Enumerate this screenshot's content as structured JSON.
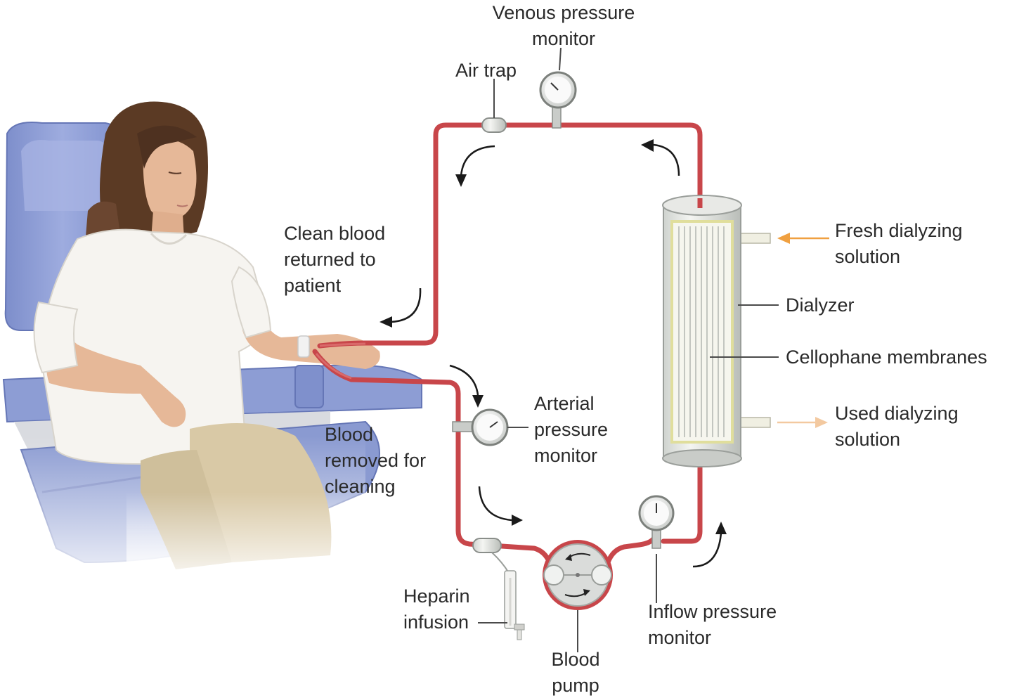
{
  "colors": {
    "tube": "#c8464a",
    "chair": "#8f9fd6",
    "chair_shadow": "#6f7fbd",
    "fresh_arrow": "#f0a040",
    "used_arrow": "#f3c9a0",
    "skin": "#e6b898",
    "hair": "#5b3a24",
    "shirt": "#f6f4f0",
    "pants": "#d9c9a6"
  },
  "icons": [
    "pressure-gauge-icon",
    "air-trap-icon",
    "syringe-icon",
    "blood-pump-icon",
    "flow-arrow-icon"
  ],
  "labels": {
    "venous": [
      "Venous pressure",
      "monitor"
    ],
    "air_trap": "Air trap",
    "clean_blood": [
      "Clean blood",
      "returned to",
      "patient"
    ],
    "fresh": [
      "Fresh dialyzing",
      "solution"
    ],
    "dialyzer": "Dialyzer",
    "cellophane": "Cellophane membranes",
    "used": [
      "Used dialyzing",
      "solution"
    ],
    "arterial": [
      "Arterial",
      "pressure",
      "monitor"
    ],
    "blood_removed": [
      "Blood",
      "removed for",
      "cleaning"
    ],
    "heparin": [
      "Heparin",
      "infusion"
    ],
    "pump": [
      "Blood",
      "pump"
    ],
    "inflow": [
      "Inflow pressure",
      "monitor"
    ]
  }
}
